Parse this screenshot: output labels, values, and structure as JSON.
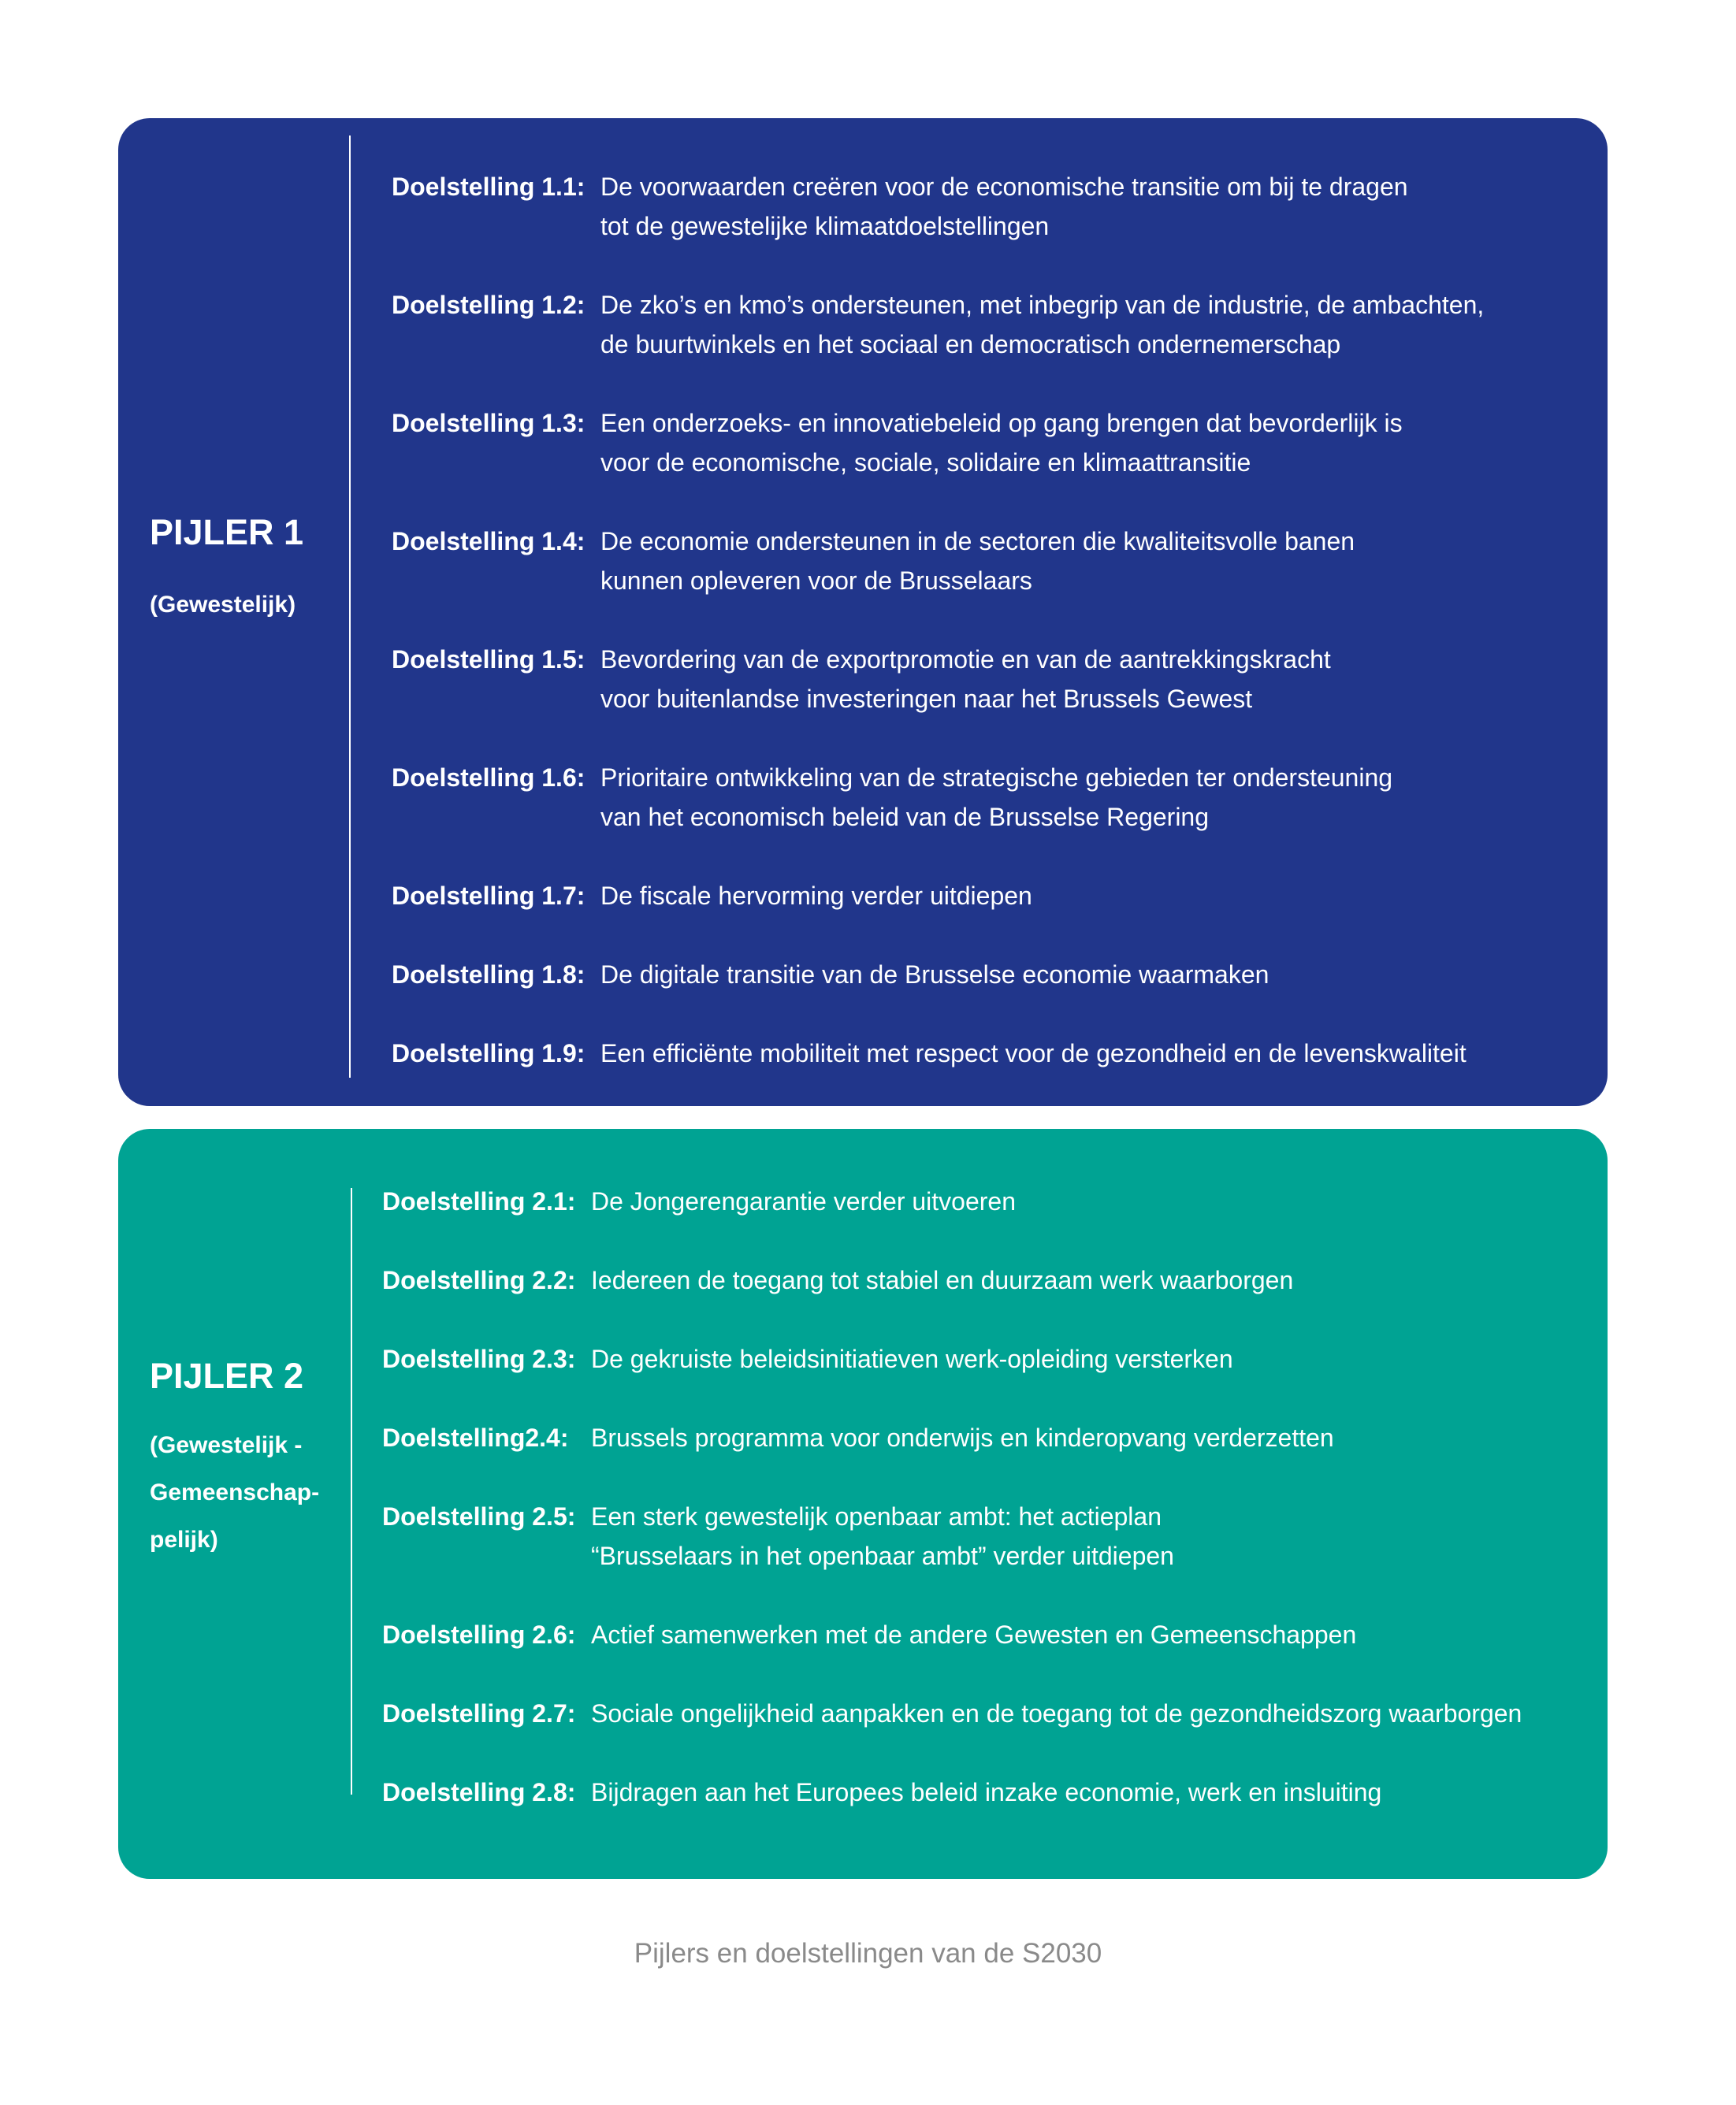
{
  "pillars": [
    {
      "title": "PIJLER 1",
      "subtitle": "(Gewestelijk)",
      "goals": [
        {
          "label": "Doelstelling 1.1:",
          "lines": [
            "De voorwaarden creëren voor de economische transitie om bij te dragen",
            "tot de gewestelijke klimaatdoelstellingen"
          ]
        },
        {
          "label": "Doelstelling 1.2:",
          "lines": [
            "De zko’s en kmo’s ondersteunen, met inbegrip van de industrie, de ambachten,",
            "de buurtwinkels en het sociaal en democratisch ondernemerschap"
          ]
        },
        {
          "label": "Doelstelling 1.3:",
          "lines": [
            "Een onderzoeks- en innovatiebeleid op gang brengen dat bevorderlijk is",
            "voor de economische, sociale, solidaire en klimaattransitie"
          ]
        },
        {
          "label": "Doelstelling 1.4:",
          "lines": [
            "De economie ondersteunen in de sectoren die kwaliteitsvolle banen",
            "kunnen opleveren voor de Brusselaars"
          ]
        },
        {
          "label": "Doelstelling 1.5:",
          "lines": [
            "Bevordering van de exportpromotie en van de aantrekkingskracht",
            "voor buitenlandse investeringen naar het Brussels Gewest"
          ]
        },
        {
          "label": "Doelstelling 1.6:",
          "lines": [
            "Prioritaire ontwikkeling van de strategische gebieden ter ondersteuning",
            "van het economisch beleid van de Brusselse Regering"
          ]
        },
        {
          "label": "Doelstelling 1.7:",
          "lines": [
            "De fiscale hervorming verder uitdiepen"
          ]
        },
        {
          "label": "Doelstelling 1.8:",
          "lines": [
            "De digitale transitie van de Brusselse economie waarmaken"
          ]
        },
        {
          "label": "Doelstelling 1.9:",
          "lines": [
            "Een efficiënte mobiliteit met respect voor de gezondheid en de levenskwaliteit"
          ]
        }
      ]
    },
    {
      "title": "PIJLER 2",
      "subtitle": "(Gewestelijk - Gemeenschap-pelijk)",
      "subtitle_lines": [
        "(Gewestelijk -",
        "Gemeenschap-",
        "pelijk)"
      ],
      "goals": [
        {
          "label": "Doelstelling 2.1:",
          "lines": [
            "De Jongerengarantie verder uitvoeren"
          ]
        },
        {
          "label": "Doelstelling 2.2:",
          "lines": [
            "Iedereen de toegang tot stabiel en duurzaam werk waarborgen"
          ]
        },
        {
          "label": "Doelstelling 2.3:",
          "lines": [
            "De gekruiste beleidsinitiatieven werk-opleiding versterken"
          ]
        },
        {
          "label": "Doelstelling2.4:",
          "lines": [
            "Brussels programma voor onderwijs en kinderopvang verderzetten"
          ]
        },
        {
          "label": "Doelstelling 2.5:",
          "lines": [
            "Een sterk gewestelijk openbaar ambt: het actieplan",
            "“Brusselaars in het openbaar ambt” verder uitdiepen"
          ]
        },
        {
          "label": "Doelstelling 2.6:",
          "lines": [
            "Actief samenwerken met de andere Gewesten en Gemeenschappen"
          ]
        },
        {
          "label": "Doelstelling 2.7:",
          "lines": [
            "Sociale ongelijkheid aanpakken en de toegang tot de gezondheidszorg waarborgen"
          ]
        },
        {
          "label": "Doelstelling 2.8:",
          "lines": [
            "Bijdragen aan het Europees beleid inzake economie, werk en insluiting"
          ]
        }
      ]
    }
  ],
  "caption": "Pijlers en doelstellingen van de S2030",
  "colors": {
    "pillar1": "#21368b",
    "pillar2": "#00a393",
    "caption": "#8a8a8a"
  }
}
